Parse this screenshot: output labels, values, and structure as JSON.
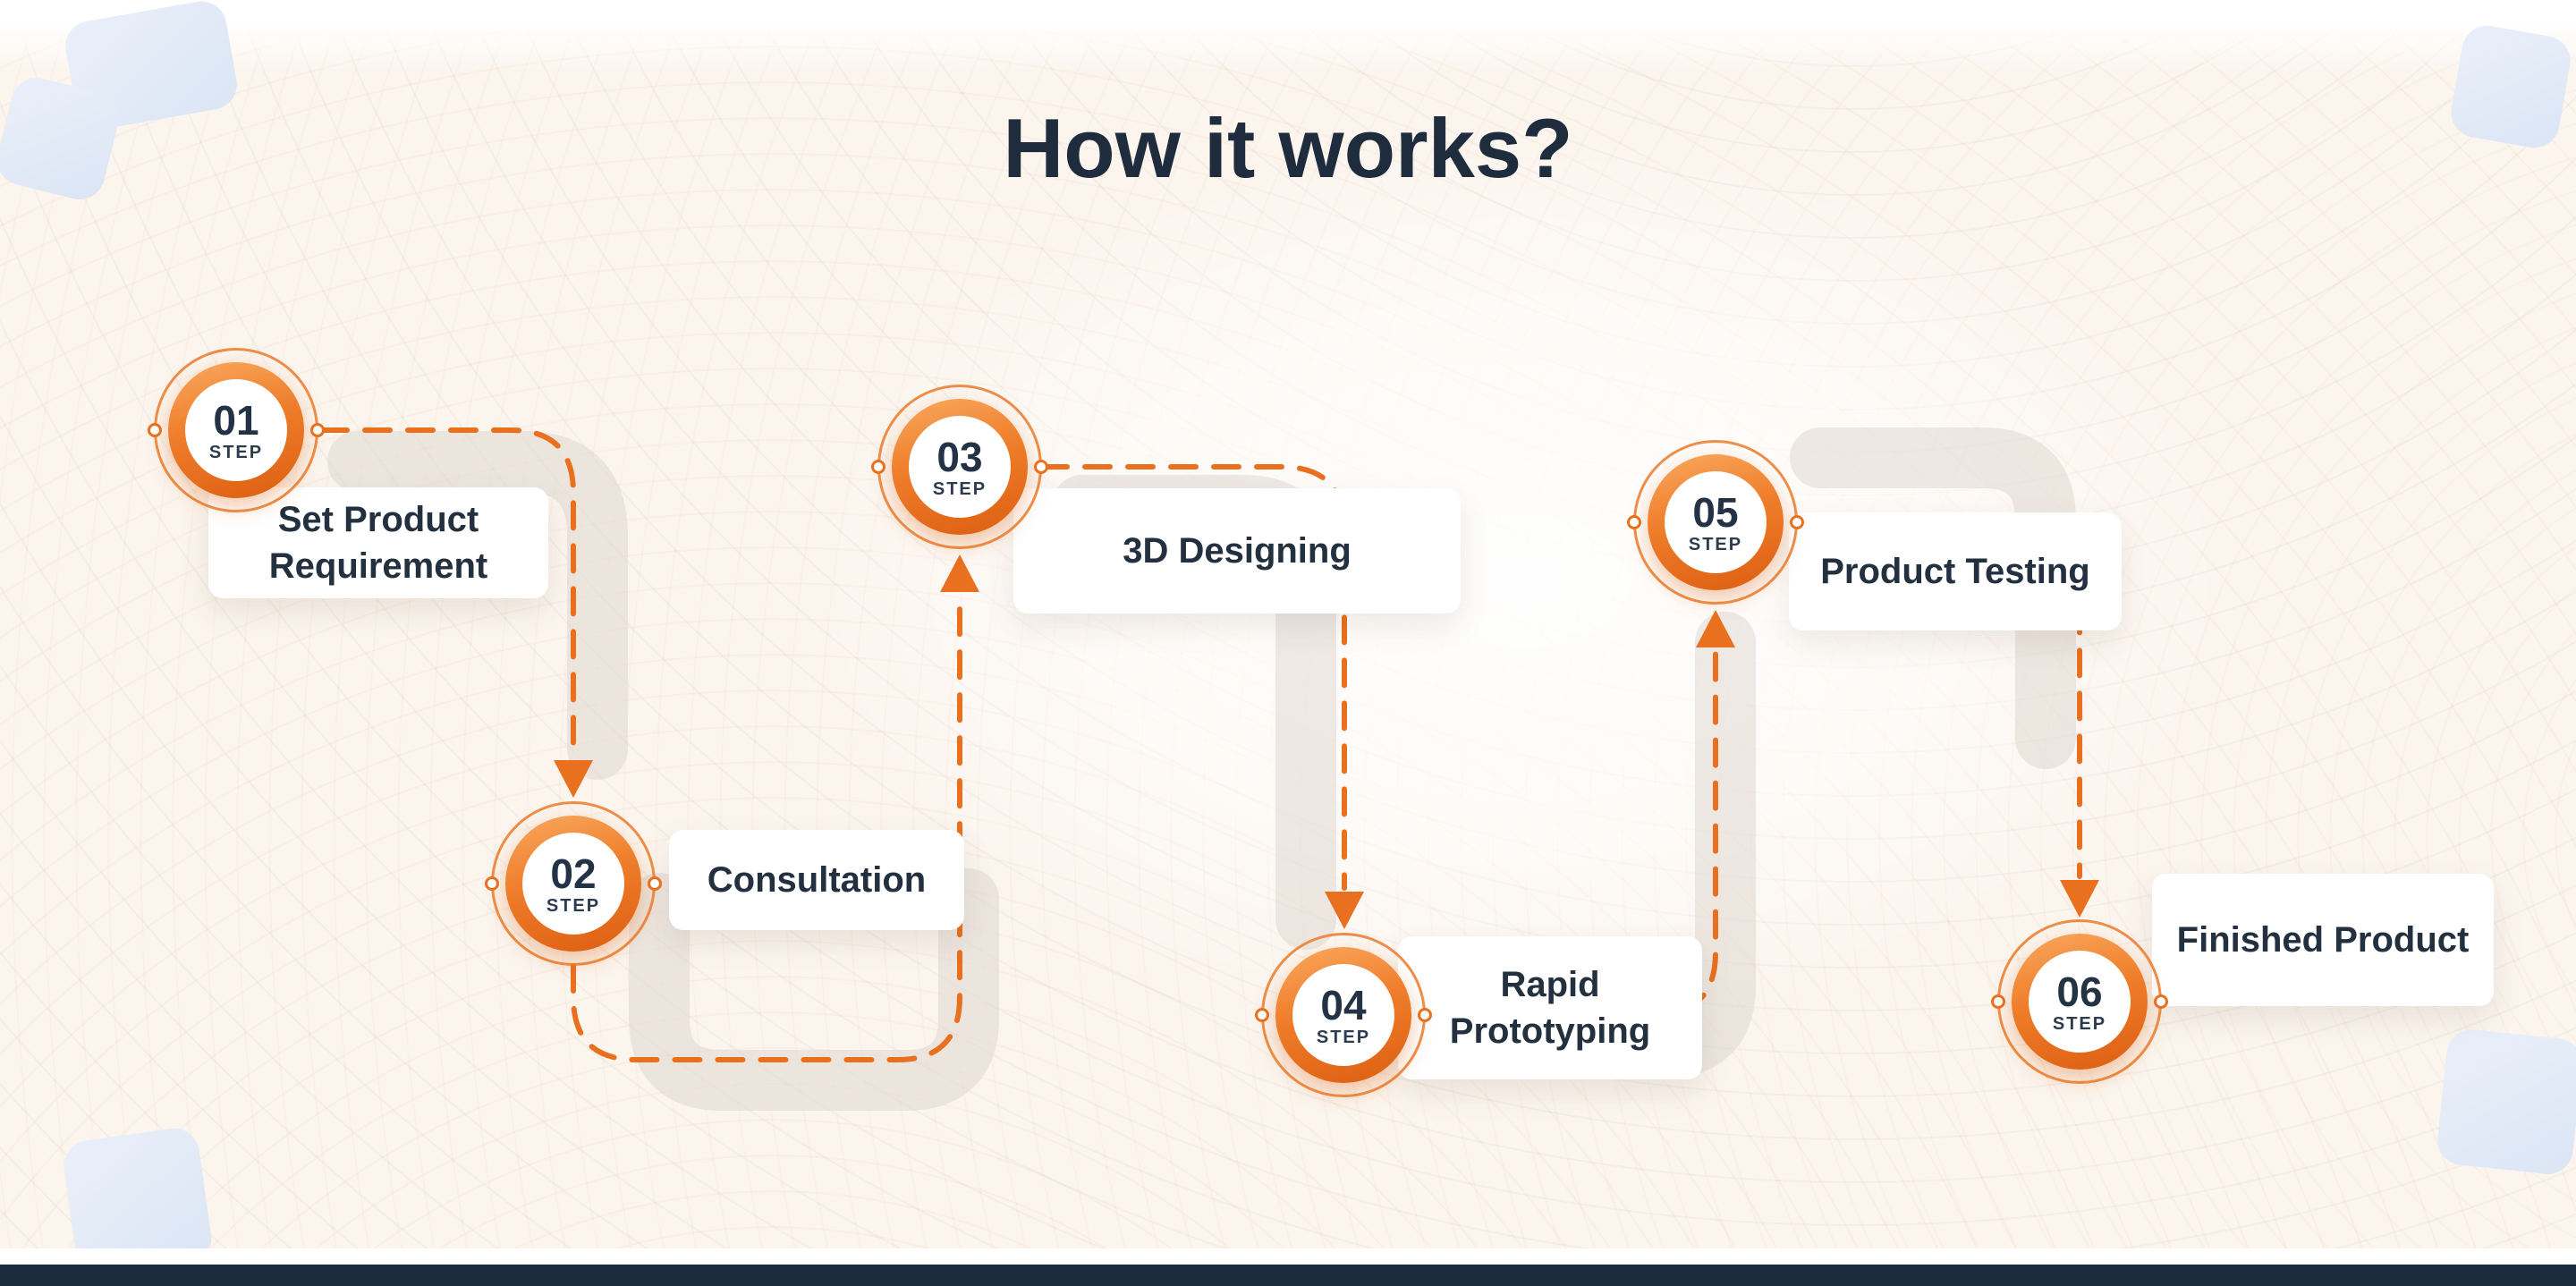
{
  "page": {
    "title": "How it works?"
  },
  "steps": [
    {
      "number": "01",
      "step_label": "STEP",
      "title": "Set Product Requirement"
    },
    {
      "number": "02",
      "step_label": "STEP",
      "title": "Consultation"
    },
    {
      "number": "03",
      "step_label": "STEP",
      "title": "3D Designing"
    },
    {
      "number": "04",
      "step_label": "STEP",
      "title": "Rapid Prototyping"
    },
    {
      "number": "05",
      "step_label": "STEP",
      "title": "Product Testing"
    },
    {
      "number": "06",
      "step_label": "STEP",
      "title": "Finished Product"
    }
  ],
  "colors": {
    "accent_orange": "#E8701F",
    "dark_navy": "#1C2B3D",
    "background": "#FBF5EE",
    "card_bg": "#FFFFFF",
    "decor_blue": "#DDE7F5"
  }
}
